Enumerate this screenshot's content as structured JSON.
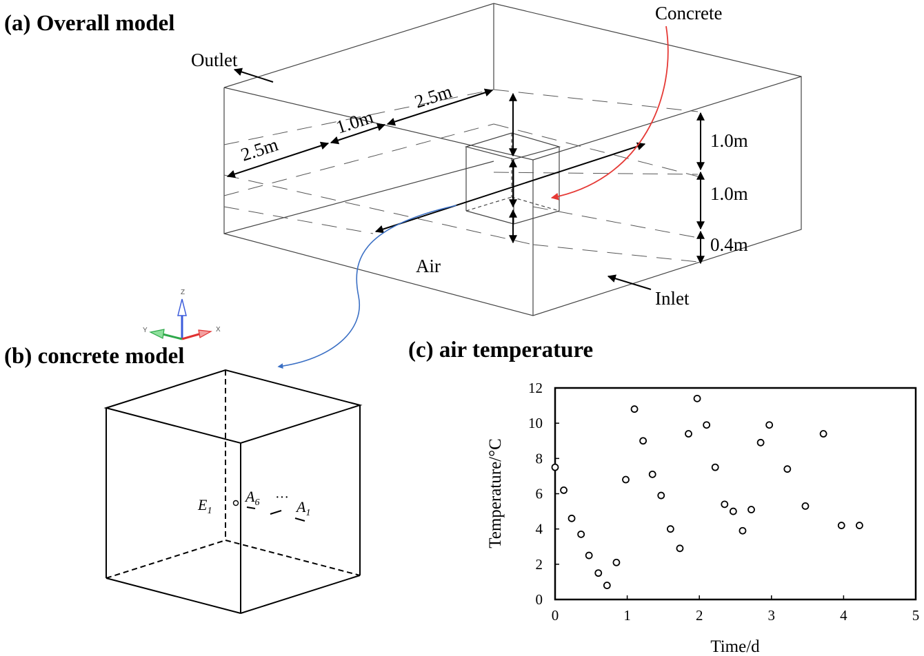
{
  "panel_a": {
    "title": "(a) Overall model",
    "labels": {
      "outlet": "Outlet",
      "concrete": "Concrete",
      "inlet": "Inlet",
      "air": "Air",
      "dim_25_left": "2.5m",
      "dim_10_mid": "1.0m",
      "dim_25_right": "2.5m",
      "dim_10_top": "1.0m",
      "dim_10_mid_v": "1.0m",
      "dim_04": "0.4m"
    },
    "colors": {
      "concrete_arrow": "#e53935",
      "air_arrow": "#3a6fc4"
    }
  },
  "axis_triad": {
    "z": "Z",
    "y": "Y",
    "x": "X",
    "colors": {
      "z": "#3b5bdb",
      "y": "#2ea84a",
      "x": "#e03131"
    }
  },
  "panel_b": {
    "title": "(b) concrete model",
    "labels": {
      "e1": "E",
      "e1_sub": "1",
      "a6": "A",
      "a6_sub": "6",
      "dots": "···",
      "a1": "A",
      "a1_sub": "1"
    }
  },
  "panel_c": {
    "title": "(c) air temperature",
    "chart_data": {
      "type": "scatter",
      "title": "",
      "xlabel": "Time/d",
      "ylabel": "Temperature/°C",
      "xlim": [
        0,
        5
      ],
      "ylim": [
        0,
        12
      ],
      "xticks": [
        0,
        1,
        2,
        3,
        4,
        5
      ],
      "yticks": [
        0,
        2,
        4,
        6,
        8,
        10,
        12
      ],
      "marker": "open-circle",
      "x": [
        0.0,
        0.12,
        0.23,
        0.36,
        0.47,
        0.6,
        0.72,
        0.85,
        0.98,
        1.1,
        1.22,
        1.35,
        1.47,
        1.6,
        1.73,
        1.85,
        1.97,
        2.1,
        2.22,
        2.35,
        2.47,
        2.6,
        2.72,
        2.85,
        2.97,
        3.22,
        3.47,
        3.72,
        3.97,
        4.22
      ],
      "y": [
        7.5,
        6.2,
        4.6,
        3.7,
        2.5,
        1.5,
        0.8,
        2.1,
        6.8,
        10.8,
        9.0,
        7.1,
        5.9,
        4.0,
        2.9,
        9.4,
        11.4,
        9.9,
        7.5,
        5.4,
        5.0,
        3.9,
        5.1,
        8.9,
        9.9,
        7.4,
        5.3,
        9.4,
        4.2,
        4.2
      ]
    }
  }
}
